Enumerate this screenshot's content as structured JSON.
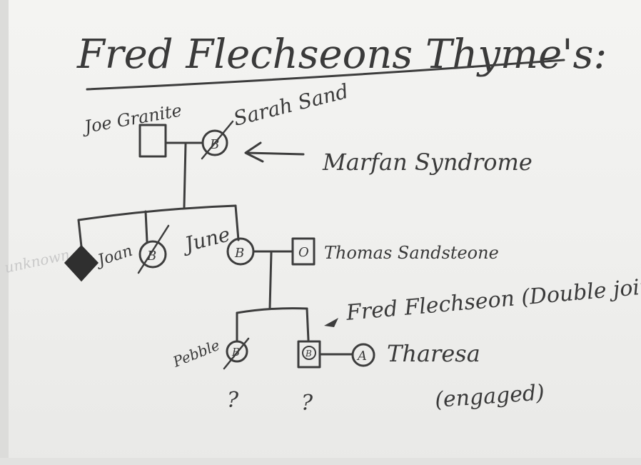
{
  "title": "Fred Flechseons Thyme's:",
  "people": {
    "joe": "Joe Granite",
    "sarah": "Sarah Sand",
    "joan": "Joan",
    "june": "June",
    "thomas": "Thomas Sandsteone",
    "fred": "Fred Flechseon (Double joint",
    "pebble": "Pebble",
    "theresa": "Tharesa"
  },
  "annotations": {
    "marfan": "Marfan Syndrome",
    "unknown": "unknown",
    "engaged": "(engaged)"
  },
  "symbols": {
    "sarah": "B",
    "joan": "B",
    "june": "B",
    "thomas": "O",
    "pebble": "B",
    "fred": "B",
    "theresa": "A",
    "pebble_child": "?",
    "fred_child": "?"
  }
}
